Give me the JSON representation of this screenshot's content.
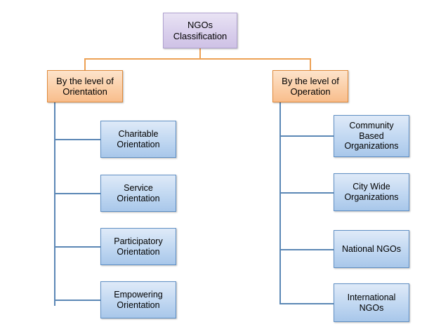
{
  "diagram": {
    "title": "NGOs Classification",
    "type": "organizational-tree",
    "colors": {
      "root_fill": "#d9cfec",
      "root_border": "#b0a2cf",
      "branch_fill": "#fbcfa8",
      "branch_border": "#e08b3c",
      "leaf_fill": "#c3d9f2",
      "leaf_border": "#5f8fc4",
      "connector_orange": "#eda154",
      "connector_blue": "#5b87b5",
      "background": "#ffffff",
      "text": "#000000"
    },
    "root": {
      "label": "NGOs\nClassification"
    },
    "branches": [
      {
        "label": "By the level of\nOrientation",
        "children": [
          {
            "label": "Charitable\nOrientation"
          },
          {
            "label": "Service\nOrientation"
          },
          {
            "label": "Participatory\nOrientation"
          },
          {
            "label": "Empowering\nOrientation"
          }
        ]
      },
      {
        "label": "By the level of\nOperation",
        "children": [
          {
            "label": "Community\nBased\nOrganizations"
          },
          {
            "label": "City Wide\nOrganizations"
          },
          {
            "label": "National NGOs"
          },
          {
            "label": "International\nNGOs"
          }
        ]
      }
    ]
  }
}
